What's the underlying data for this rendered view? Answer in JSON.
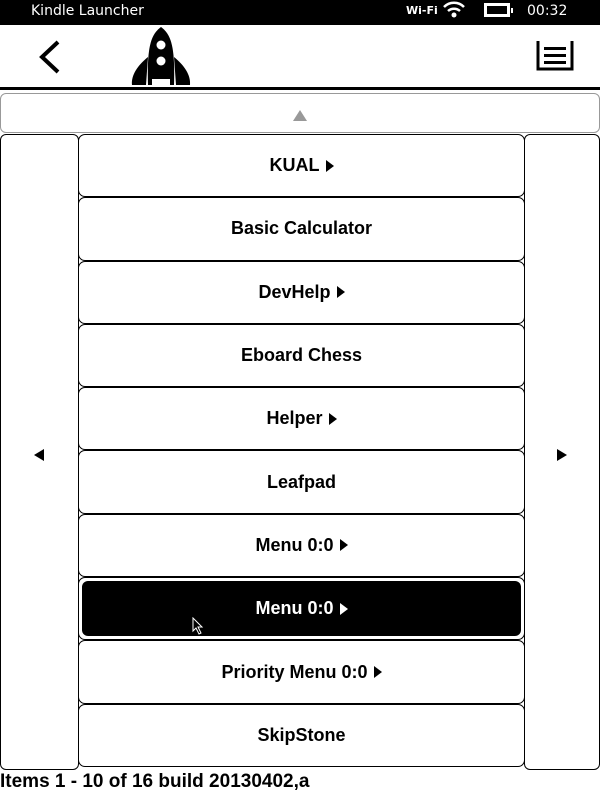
{
  "status_bar": {
    "title": "Kindle Launcher",
    "wifi_label": "Wi-Fi",
    "time": "00:32"
  },
  "menu_items": [
    {
      "label": "KUAL",
      "submenu": true,
      "selected": false
    },
    {
      "label": "Basic Calculator",
      "submenu": false,
      "selected": false
    },
    {
      "label": "DevHelp",
      "submenu": true,
      "selected": false
    },
    {
      "label": "Eboard Chess",
      "submenu": false,
      "selected": false
    },
    {
      "label": "Helper",
      "submenu": true,
      "selected": false
    },
    {
      "label": "Leafpad",
      "submenu": false,
      "selected": false
    },
    {
      "label": "Menu 0:0",
      "submenu": true,
      "selected": false
    },
    {
      "label": "Menu 0:0",
      "submenu": true,
      "selected": true
    },
    {
      "label": "Priority Menu 0:0",
      "submenu": true,
      "selected": false
    },
    {
      "label": "SkipStone",
      "submenu": false,
      "selected": false
    }
  ],
  "footer": {
    "text": "Items 1 - 10 of 16 build 20130402,a"
  }
}
